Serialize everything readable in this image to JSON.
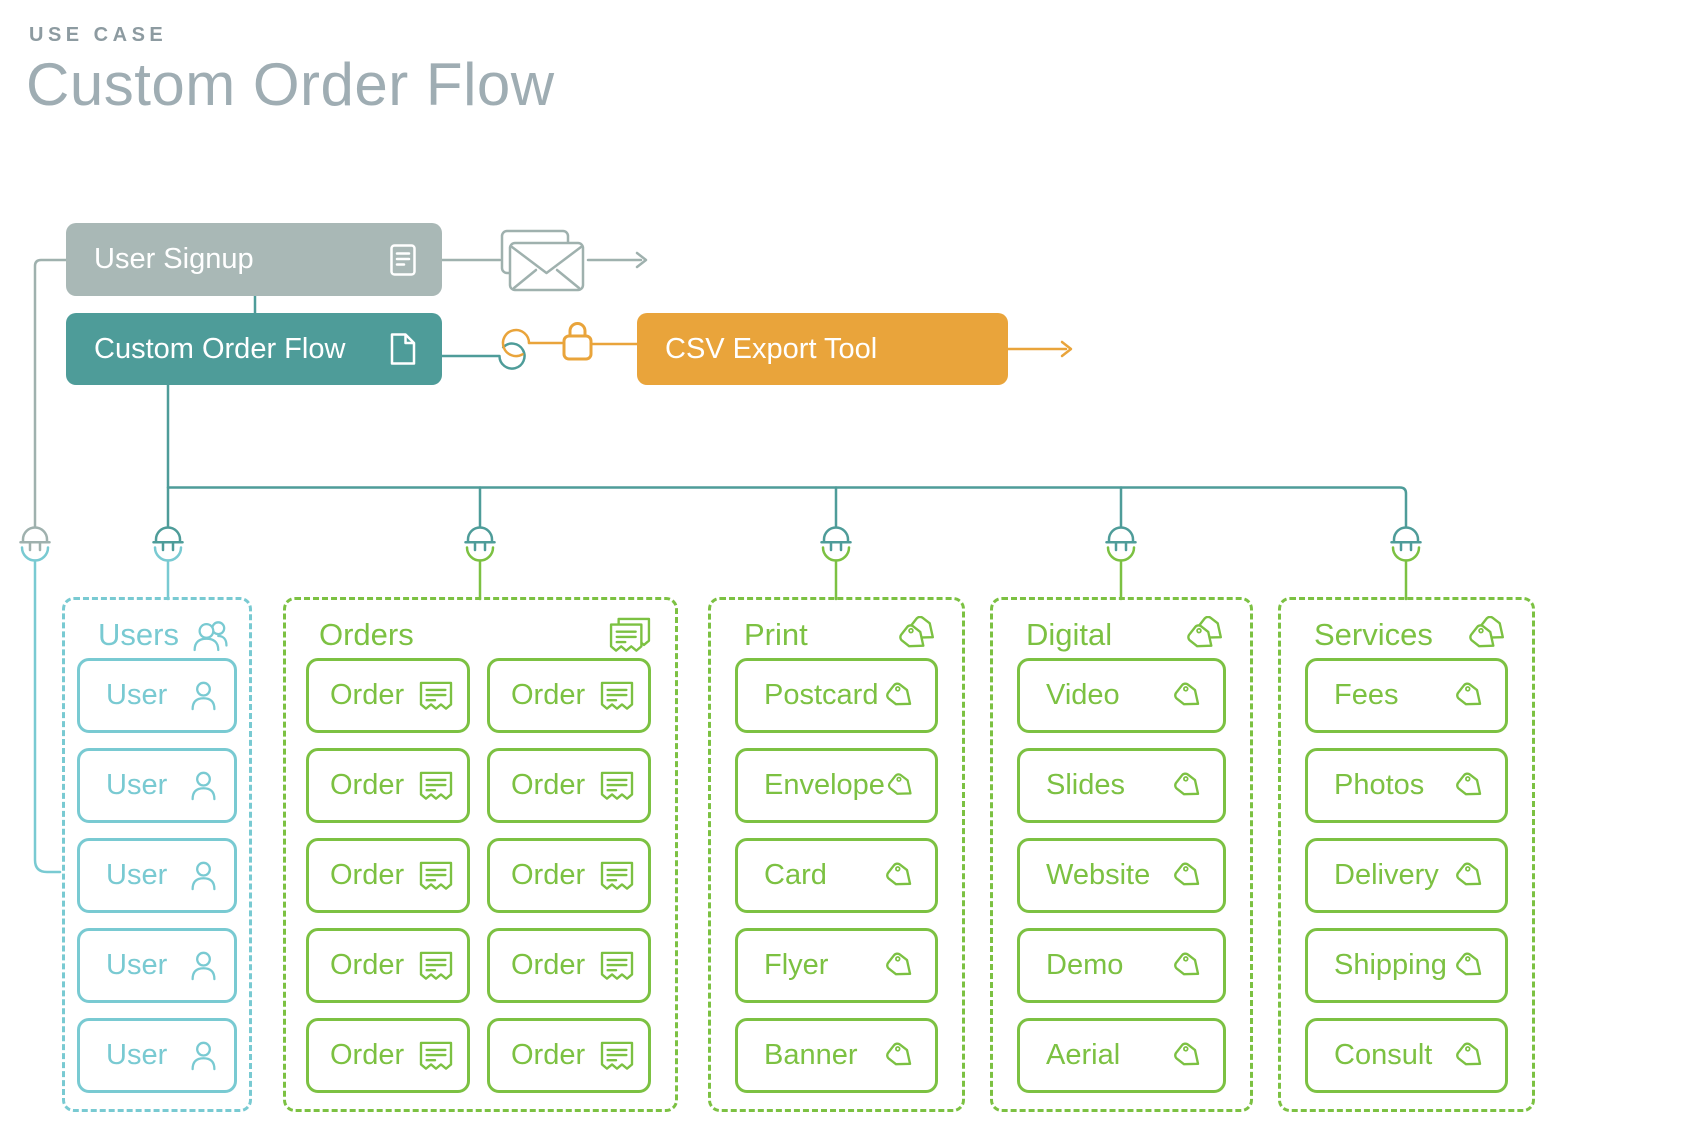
{
  "page": {
    "eyebrow": "USE CASE",
    "title": "Custom Order Flow"
  },
  "colors": {
    "gray_box": "#a9b8b6",
    "teal": "#4e9c99",
    "orange": "#e9a43b",
    "light_blue": "#79cad2",
    "green": "#7cc142",
    "wire_gray": "#9fb1ae",
    "title_gray": "#9fadb3",
    "eyebrow_gray": "#8d9ba1"
  },
  "flow": {
    "user_signup": {
      "label": "User Signup",
      "icon": "form-icon"
    },
    "custom_order_flow": {
      "label": "Custom Order Flow",
      "icon": "page-icon"
    },
    "csv_export_tool": {
      "label": "CSV Export Tool"
    },
    "decorations": [
      "envelope-icon",
      "hook-icon",
      "lock-icon",
      "plug-icon"
    ]
  },
  "columns": [
    {
      "label": "Users",
      "icon": "users-icon",
      "item_icon": "user-icon",
      "items": [
        "User",
        "User",
        "User",
        "User",
        "User"
      ]
    },
    {
      "label": "Orders",
      "icon": "receipts-icon",
      "item_icon": "receipt-icon",
      "items": [
        "Order",
        "Order",
        "Order",
        "Order",
        "Order",
        "Order",
        "Order",
        "Order",
        "Order",
        "Order"
      ]
    },
    {
      "label": "Print",
      "icon": "tags-icon",
      "item_icon": "tag-icon",
      "items": [
        "Postcard",
        "Envelope",
        "Card",
        "Flyer",
        "Banner"
      ]
    },
    {
      "label": "Digital",
      "icon": "tags-icon",
      "item_icon": "tag-icon",
      "items": [
        "Video",
        "Slides",
        "Website",
        "Demo",
        "Aerial"
      ]
    },
    {
      "label": "Services",
      "icon": "tags-icon",
      "item_icon": "tag-icon",
      "items": [
        "Fees",
        "Photos",
        "Delivery",
        "Shipping",
        "Consult"
      ]
    }
  ]
}
